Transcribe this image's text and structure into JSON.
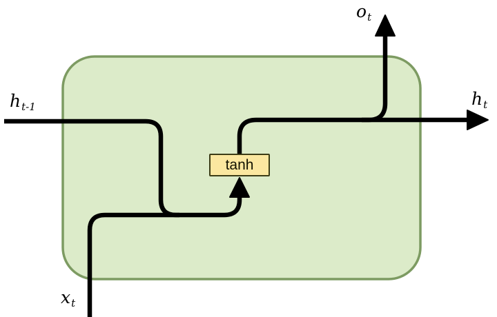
{
  "diagram": {
    "type": "rnn-cell",
    "colors": {
      "background": "#ffffff",
      "cell_fill": "#dcebc9",
      "cell_border": "#7d9b62",
      "wire": "#000000",
      "tanh_fill": "#fbe7a0",
      "tanh_border": "#3c3c16"
    },
    "nodes": {
      "tanh": {
        "label": "tanh"
      }
    },
    "labels": {
      "h_prev": {
        "base": "h",
        "sub": "t-1"
      },
      "x_input": {
        "base": "x",
        "sub": "t"
      },
      "o_output": {
        "base": "o",
        "sub": "t"
      },
      "h_output": {
        "base": "h",
        "sub": "t"
      }
    }
  }
}
